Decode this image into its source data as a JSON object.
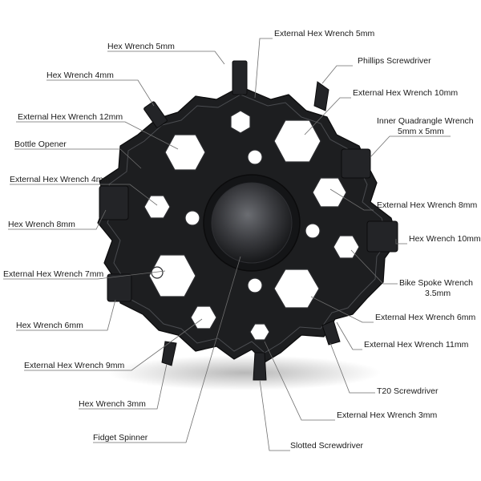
{
  "labels": {
    "hex_wrench_5mm": "Hex Wrench 5mm",
    "external_hex_wrench_5mm": "External Hex Wrench 5mm",
    "hex_wrench_4mm": "Hex Wrench 4mm",
    "phillips_screwdriver": "Phillips Screwdriver",
    "external_hex_wrench_10mm": "External Hex Wrench 10mm",
    "external_hex_wrench_12mm": "External Hex Wrench 12mm",
    "inner_quadrangle_wrench_line1": "Inner Quadrangle Wrench",
    "inner_quadrangle_wrench_line2": "5mm x 5mm",
    "bottle_opener": "Bottle Opener",
    "external_hex_wrench_4mm": "External Hex Wrench 4mm",
    "external_hex_wrench_8mm": "External Hex Wrench 8mm",
    "hex_wrench_8mm": "Hex Wrench 8mm",
    "hex_wrench_10mm": "Hex Wrench 10mm",
    "external_hex_wrench_7mm": "External Hex Wrench 7mm",
    "bike_spoke_wrench_line1": "Bike Spoke Wrench",
    "bike_spoke_wrench_line2": "3.5mm",
    "hex_wrench_6mm": "Hex Wrench 6mm",
    "external_hex_wrench_6mm": "External Hex Wrench 6mm",
    "external_hex_wrench_11mm": "External Hex Wrench 11mm",
    "external_hex_wrench_9mm": "External Hex Wrench 9mm",
    "t20_screwdriver": "T20 Screwdriver",
    "hex_wrench_3mm": "Hex Wrench 3mm",
    "external_hex_wrench_3mm": "External Hex Wrench 3mm",
    "fidget_spinner": "Fidget Spinner",
    "slotted_screwdriver": "Slotted Screwdriver"
  },
  "colors": {
    "tool_body": "#1d1e20",
    "leader_line": "#6e6e6e",
    "label_text": "#1a1a1a",
    "background": "#ffffff"
  }
}
